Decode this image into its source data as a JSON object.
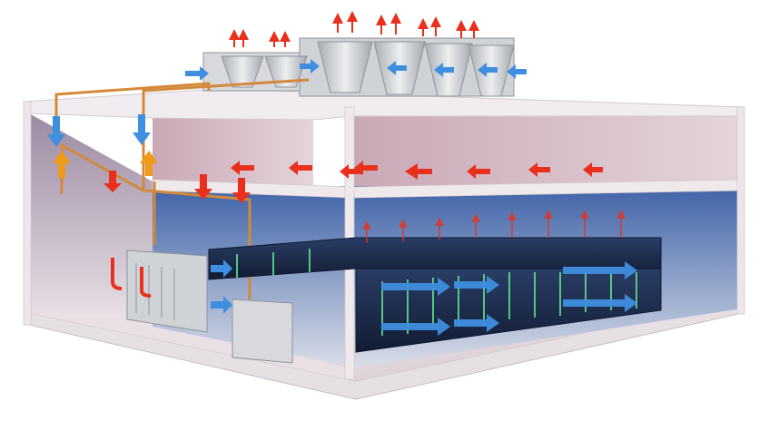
{
  "diagram": {
    "kind": "data-center-cooling-cutaway",
    "labels": [],
    "colors": {
      "hot_air": "#e8301c",
      "hot_air_dark": "#b81a0d",
      "cold_air": "#3f8fe0",
      "cold_air_light": "#7cc4ff",
      "wall": "#e6dfe4",
      "wall_shadow": "#c9bcc6",
      "ceiling_plenum": "#d9c6cf",
      "server_hall": "#2a4a86",
      "rack_body": "#1b2b4d",
      "pipe": "#d4893a",
      "chiller_body": "#d7d9dd",
      "fan_cone": "#c4c7cc"
    },
    "components": {
      "rooftop_chillers": 5,
      "server_rack_rows": 2,
      "crah_units": 2,
      "pipe_loops": 2
    },
    "arrows": {
      "exhaust_up": [
        "#e8301c"
      ],
      "plenum_return": [
        "#e8301c"
      ],
      "cold_supply": [
        "#3f8fe0"
      ],
      "rack_exhaust_up": [
        "#e8301c"
      ]
    }
  }
}
